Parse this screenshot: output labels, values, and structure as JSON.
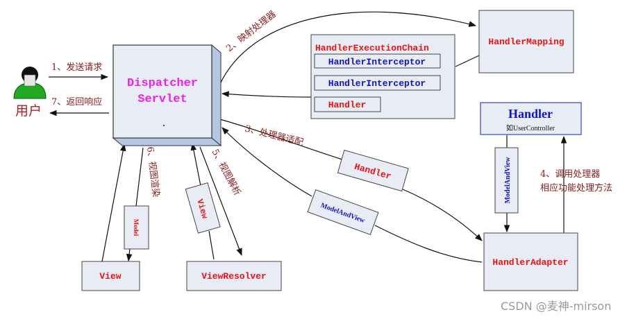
{
  "colors": {
    "box_fill": "#e8ecf4",
    "box_stroke": "#444444",
    "cube_side": "#b4c6e0",
    "red_text": "#ee1111",
    "blue_text": "#1111cc",
    "magenta_text": "#ee22ee",
    "step_text": "#8b1a1a",
    "user_green": "#22aa22",
    "watermark": "#999999"
  },
  "user": {
    "label": "用户"
  },
  "dispatcher": {
    "line1": "Dispatcher",
    "line2": "Servlet"
  },
  "handler_mapping": {
    "label": "HandlerMapping"
  },
  "execution_chain": {
    "title": "HandlerExecutionChain",
    "interceptor1": "HandlerInterceptor",
    "interceptor2": "HandlerInterceptor",
    "handler": "Handler"
  },
  "handler_box": {
    "title": "Handler",
    "subtitle": "如UserController"
  },
  "handler_adapter": {
    "label": "HandlerAdapter"
  },
  "view": {
    "label": "View"
  },
  "view_resolver": {
    "label": "ViewResolver"
  },
  "tags": {
    "handler": "Handler",
    "model_and_view_left": "ModelAndView",
    "model_and_view_right": "ModelAndView",
    "model": "Model",
    "view": "View"
  },
  "steps": {
    "s1": "1、发送请求",
    "s2": "2、映射处理器",
    "s3": "3、处理器适配",
    "s4_line1": "4、调用处理器",
    "s4_line2": "相应功能处理方法",
    "s5": "5、视图解析",
    "s6": "6、视图渲染",
    "s7": "7、返回响应"
  },
  "watermark": "CSDN @麦神-mirson"
}
